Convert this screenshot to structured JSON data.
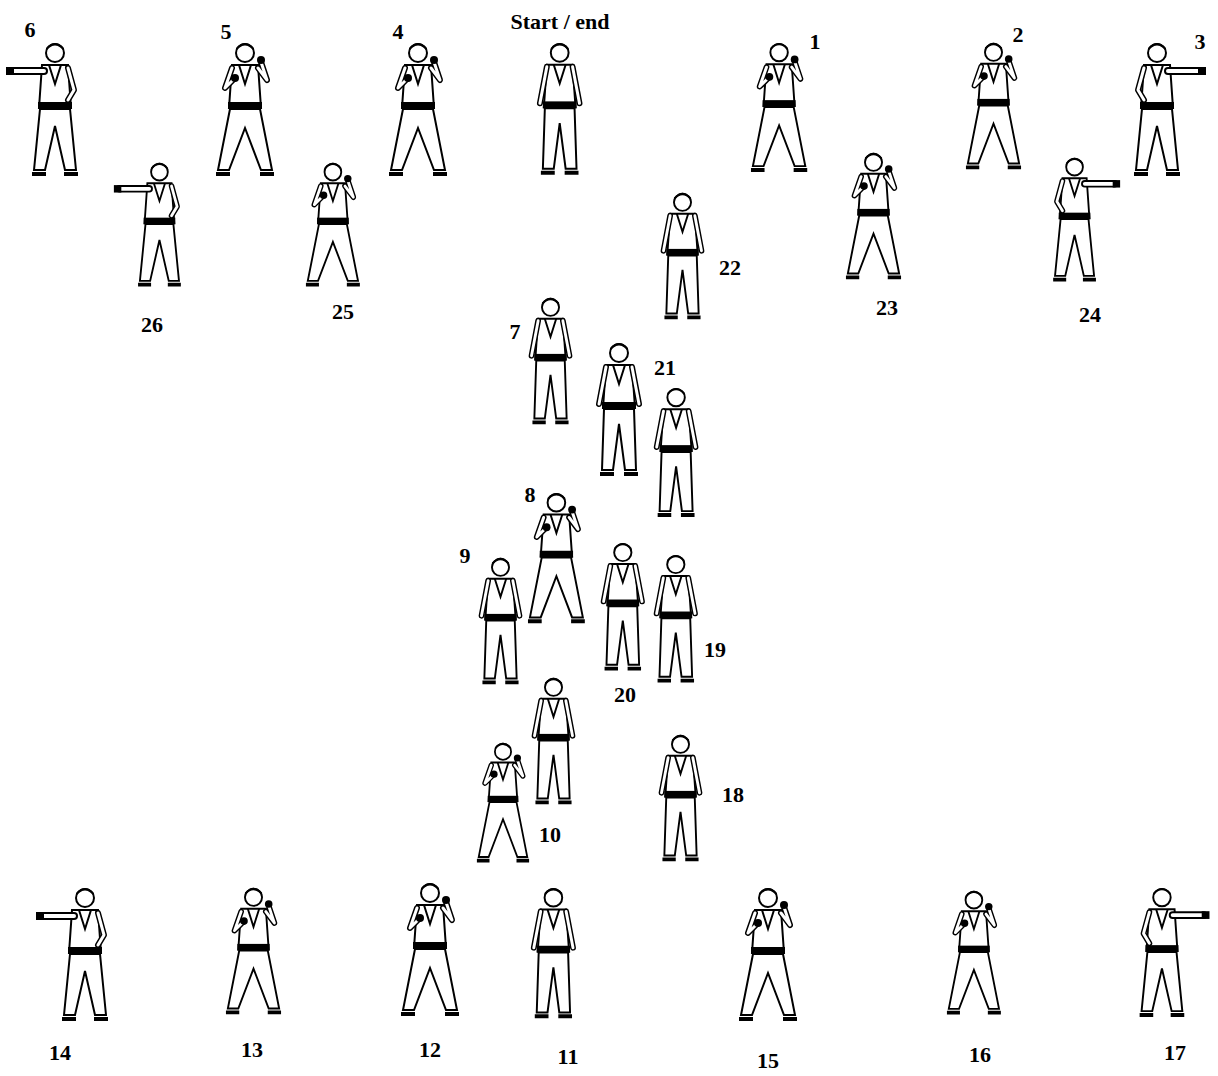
{
  "diagram": {
    "labels": [
      "Start / end",
      "1",
      "2",
      "3",
      "4",
      "5",
      "6",
      "7",
      "8",
      "9",
      "10",
      "11",
      "12",
      "13",
      "14",
      "15",
      "16",
      "17",
      "18",
      "19",
      "20",
      "21",
      "22",
      "23",
      "24",
      "25",
      "26"
    ]
  }
}
